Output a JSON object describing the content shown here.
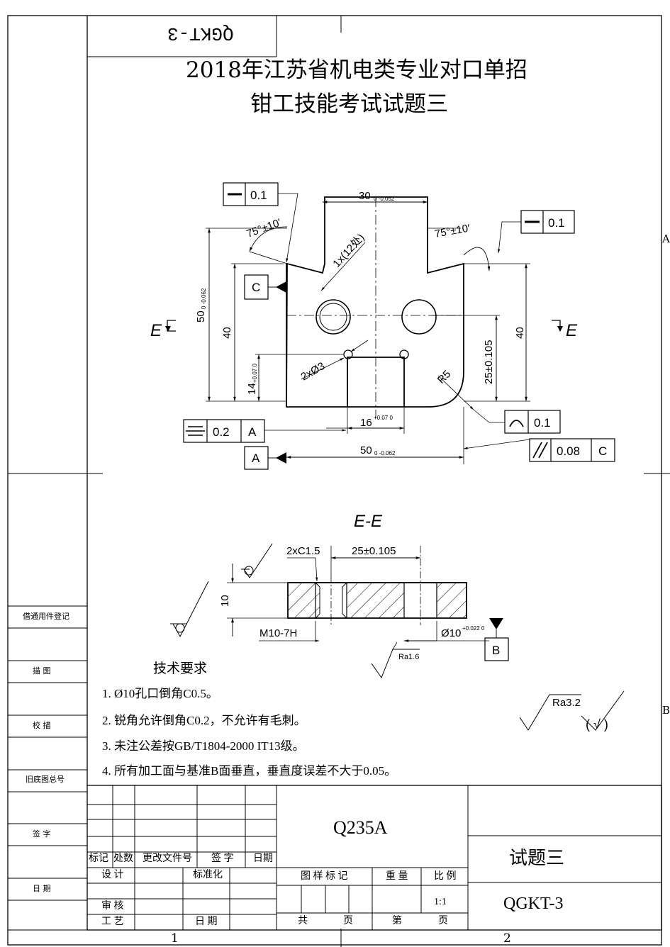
{
  "drawing_code_stamp": "QGKT-3",
  "title": {
    "line1": "2018年江苏省机电类专业对口单招",
    "line2": "钳工技能考试试题三"
  },
  "plan_view": {
    "dims": {
      "top_width": "30",
      "top_width_tol": "0 -0.052",
      "height": "50",
      "height_tol": "0 -0.062",
      "left_40": "40",
      "right_40": "40",
      "slot_h": "14",
      "slot_h_tol": "+0.07 0",
      "right_25": "25±0.105",
      "slot_w": "16",
      "slot_w_tol": "+0.07 0",
      "bottom_width": "50",
      "bottom_width_tol": "0 -0.062",
      "angle_left": "75°±10′",
      "angle_right": "75°±10′",
      "chamfer": "1x(12处)",
      "holes": "2xØ3",
      "radius": "R5"
    },
    "section_marks": {
      "left": "E",
      "right": "E"
    },
    "fcf": {
      "straightness_left_value": "0.1",
      "straightness_right_value": "0.1",
      "symmetry_value": "0.2",
      "symmetry_datum": "A",
      "profile_value": "0.1",
      "parallel_value": "0.08",
      "parallel_datum": "C"
    },
    "datums": {
      "c": "C",
      "a": "A"
    }
  },
  "section_view": {
    "title": "E-E",
    "chamfer_note": "2xC1.5",
    "center_dist": "25±0.105",
    "thickness": "10",
    "thread": "M10-7H",
    "bore": "Ø10",
    "bore_tol": "+0.022 0",
    "datum_b": "B",
    "roughness": "Ra1.6"
  },
  "tech_requirements": {
    "heading": "技术要求",
    "items": [
      "1. Ø10孔口倒角C0.5。",
      "2. 锐角允许倒角C0.2，不允许有毛刺。",
      "3. 未注公差按GB/T1804-2000 IT13级。",
      "4. 所有加工面与基准B面垂直，垂直度误差不大于0.05。"
    ]
  },
  "general_roughness": {
    "value": "Ra3.2",
    "note": "( √ )"
  },
  "side_column": [
    "借通用件登记",
    "描 图",
    "校 描",
    "旧底图总号",
    "签 字",
    "日 期"
  ],
  "zone_labels": {
    "a": "A",
    "b": "B",
    "col1": "1",
    "col2": "2"
  },
  "title_block": {
    "material": "Q235A",
    "part_name": "试题三",
    "drawing_no": "QGKT-3",
    "revision_headers": [
      "标记",
      "处数",
      "更改文件号",
      "签 字",
      "日期"
    ],
    "design": "设 计",
    "standard": "标准化",
    "review": "审 核",
    "process": "工 艺",
    "date": "日 期",
    "stage_mark": "图 样 标 记",
    "weight": "重 量",
    "scale_label": "比 例",
    "scale": "1:1",
    "total": "共",
    "sheet_word": "页",
    "sheet_no": "第",
    "sheet_word2": "页"
  }
}
